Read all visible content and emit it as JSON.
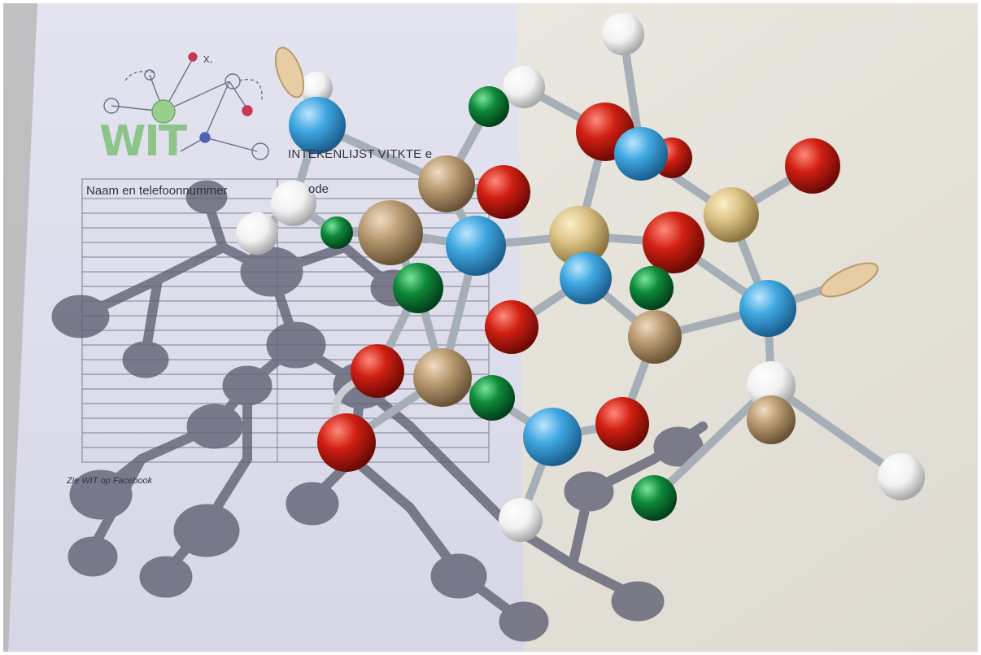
{
  "sheet": {
    "logo_text": "WIT",
    "logo_mark": "x.",
    "title": "INTEKENLIJST VITKTE  e",
    "column_name": "Naam en telefoonnummer",
    "column_code": "ode",
    "footer": "Zie WIT op Facebook"
  },
  "colors": {
    "wall": "#e9e6df",
    "paper": "#dcdceb",
    "atom_blue": "#3fa7e0",
    "atom_red": "#d01f12",
    "atom_green": "#0e8a3a",
    "atom_tan": "#b99a72",
    "atom_yellow": "#dcc285",
    "atom_white": "#f4f4f4",
    "bond_grey": "#a9b1b8",
    "shadow": "#5b5b70"
  }
}
